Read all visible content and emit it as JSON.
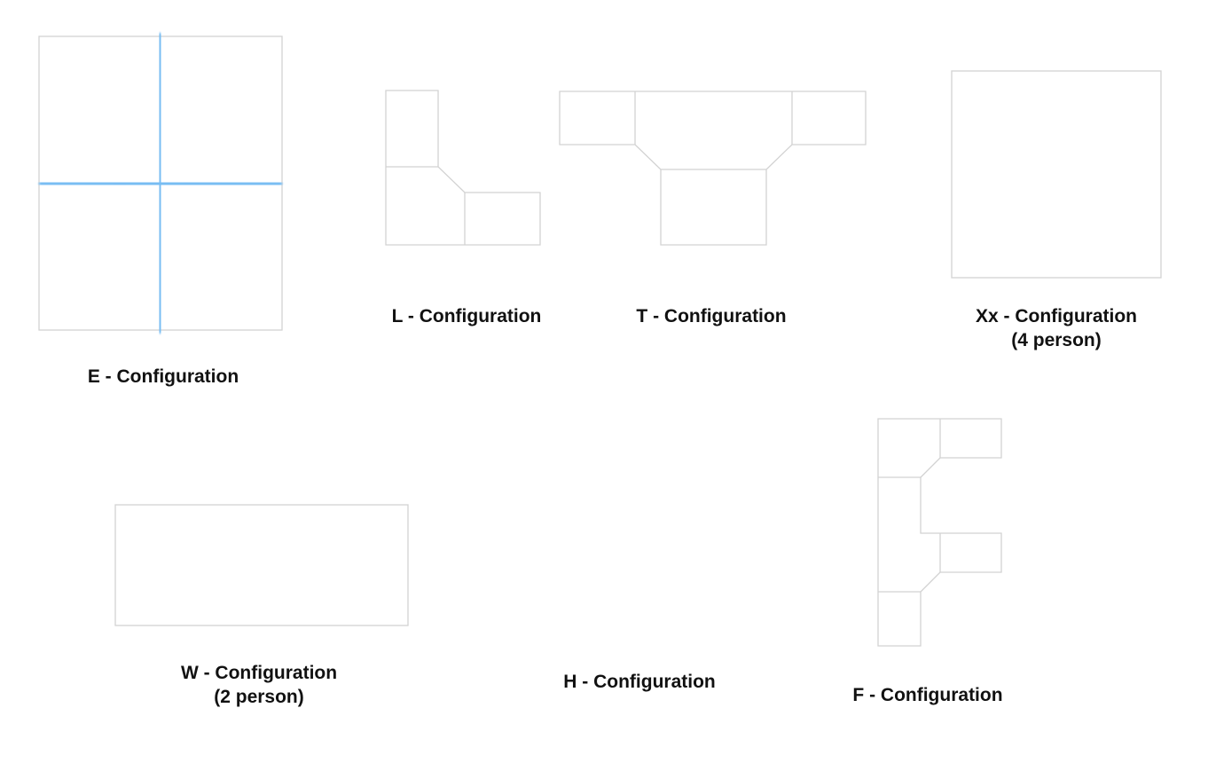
{
  "colors": {
    "partition": "#78bdf3",
    "desk_outline": "#d2d2d2",
    "label_text": "#111111"
  },
  "configurations": [
    {
      "id": "e",
      "line1": "E - Configuration",
      "line2": ""
    },
    {
      "id": "l",
      "line1": "L - Configuration",
      "line2": ""
    },
    {
      "id": "t",
      "line1": "T - Configuration",
      "line2": ""
    },
    {
      "id": "xx",
      "line1": "Xx - Configuration",
      "line2": "(4 person)"
    },
    {
      "id": "w",
      "line1": "W - Configuration",
      "line2": "(2 person)"
    },
    {
      "id": "h",
      "line1": "H - Configuration",
      "line2": ""
    },
    {
      "id": "f",
      "line1": "F - Configuration",
      "line2": ""
    }
  ]
}
